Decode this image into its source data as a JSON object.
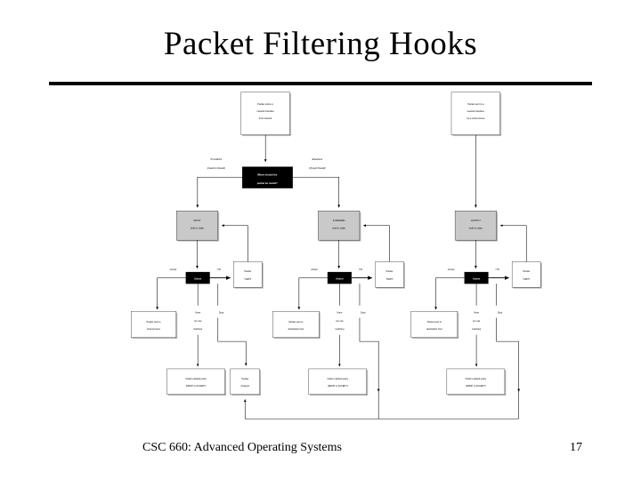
{
  "slide": {
    "title": "Packet Filtering Hooks",
    "footer_text": "CSC 660: Advanced Operating Systems",
    "page_number": "17"
  },
  "colors": {
    "gray_chain_fill": "#c9c9c9",
    "black_node_fill": "#000000",
    "shadow": "#b5b5b5",
    "line": "#000000",
    "background": "#ffffff"
  },
  "diagram": {
    "sources": {
      "packet_in_l1": "Packet enters a",
      "packet_in_l2": "network interface",
      "packet_in_l3": "from network",
      "packet_out_l1": "Packet sent to a",
      "packet_out_l2": "network interface",
      "packet_out_l3": "by a local process"
    },
    "decision": {
      "l1": "Where should the",
      "l2": "packet be routed?",
      "left_label_l1": "To localhost",
      "left_label_l2": "(inward to firewall)",
      "right_label_l1": "Elsewhere",
      "right_label_l2": "(through firewall)"
    },
    "columns": [
      {
        "id": "input",
        "chain_name": "INPUT",
        "chain_sub": "built-in chain",
        "action": "Action",
        "accept_label": "Accept",
        "log_label": "Log",
        "none_label_l1": "None",
        "none_label_l2": "(no rule",
        "none_label_l3": "matches)",
        "drop_label": "Drop",
        "logged_l1": "Packet",
        "logged_l2": "logged",
        "accept_target_l1": "Packet sent to",
        "accept_target_l2": "local process",
        "policy_l1": "Chain's default policy",
        "policy_l2": "(DROP or ACCEPT)"
      },
      {
        "id": "forward",
        "chain_name": "FORWARD",
        "chain_sub": "built-in chain",
        "action": "Action",
        "accept_label": "Accept",
        "log_label": "Log",
        "none_label_l1": "None",
        "none_label_l2": "(no rule",
        "none_label_l3": "matches)",
        "drop_label": "Drop",
        "logged_l1": "Packet",
        "logged_l2": "logged",
        "accept_target_l1": "Packet sent to",
        "accept_target_l2": "destination host",
        "policy_l1": "Chain's default policy",
        "policy_l2": "(DROP or ACCEPT)"
      },
      {
        "id": "output",
        "chain_name": "OUTPUT",
        "chain_sub": "built-in chain",
        "action": "Action",
        "accept_label": "Accept",
        "log_label": "Log",
        "none_label_l1": "None",
        "none_label_l2": "(no rule",
        "none_label_l3": "matches)",
        "drop_label": "Drop",
        "logged_l1": "Packet",
        "logged_l2": "logged",
        "accept_target_l1": "Packet sent to",
        "accept_target_l2": "destination host",
        "policy_l1": "Chain's default policy",
        "policy_l2": "(DROP or ACCEPT)"
      }
    ],
    "dropped": {
      "l1": "Packet",
      "l2": "dropped"
    }
  }
}
